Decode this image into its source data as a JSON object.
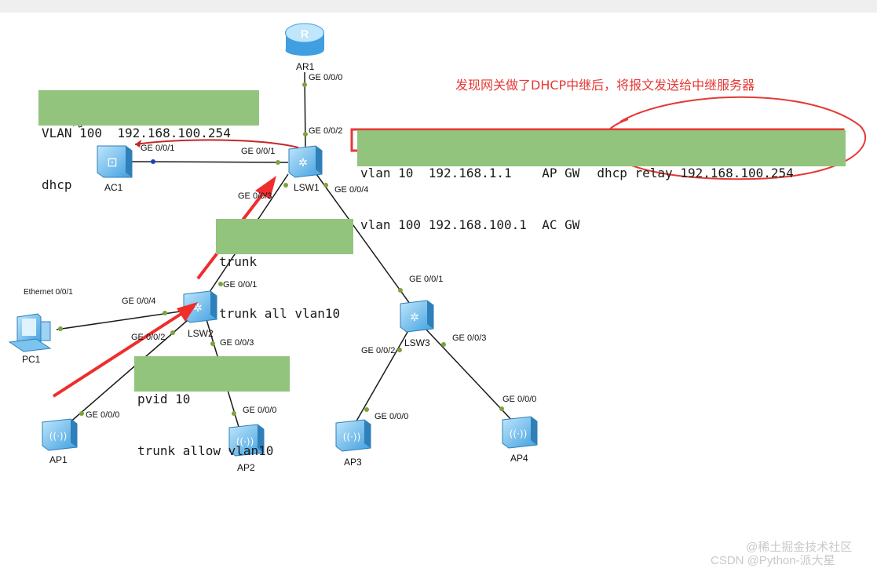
{
  "devices": {
    "ar1": "AR1",
    "ac1": "AC1",
    "lsw1": "LSW1",
    "lsw2": "LSW2",
    "lsw3": "LSW3",
    "pc1": "PC1",
    "ap1": "AP1",
    "ap2": "AP2",
    "ap3": "AP3",
    "ap4": "AP4"
  },
  "ports": {
    "ar1_ge000": "GE 0/0/0",
    "lsw1_ge002": "GE 0/0/2",
    "ac1_ge001": "GE 0/0/1",
    "lsw1_ge001": "GE 0/0/1",
    "lsw1_ge003": "GE 0/0/3",
    "lsw1_ge004": "GE 0/0/4",
    "lsw2_ge001": "GE 0/0/1",
    "lsw2_ge004": "GE 0/0/4",
    "lsw2_ge002": "GE 0/0/2",
    "lsw2_ge003": "GE 0/0/3",
    "pc1_eth": "Ethernet 0/0/1",
    "lsw3_ge001": "GE 0/0/1",
    "lsw3_ge002": "GE 0/0/2",
    "lsw3_ge003": "GE 0/0/3",
    "ap1_ge000": "GE 0/0/0",
    "ap2_ge000": "GE 0/0/0",
    "ap3_ge000": "GE 0/0/0",
    "ap4_ge000": "GE 0/0/0"
  },
  "notes": {
    "vlan100_line1": "VLAN 100  192.168.100.254",
    "vlan100_line2": "dhcp",
    "gw_line1": "vlan 10  192.168.1.1    AP GW",
    "gw_line2": "vlan 100 192.168.100.1  AC GW",
    "relay": "dhcp relay 192.168.100.254",
    "trunk_line1": "trunk",
    "trunk_line2": "trunk all vlan10",
    "pvid_line1": "pvid 10",
    "pvid_line2": "trunk allow vlan10",
    "annotation_red": "发现网关做了DHCP中继后，将报文发送给中继服务器"
  },
  "watermark": {
    "line1": "@稀土掘金技术社区",
    "line2": "CSDN @Python-派大星"
  },
  "colors": {
    "note_bg": "#92c47d",
    "annotation": "#e53935",
    "link": "#1a1a1a",
    "port_dot": "#7ea33c",
    "device": "#4aa3df"
  }
}
